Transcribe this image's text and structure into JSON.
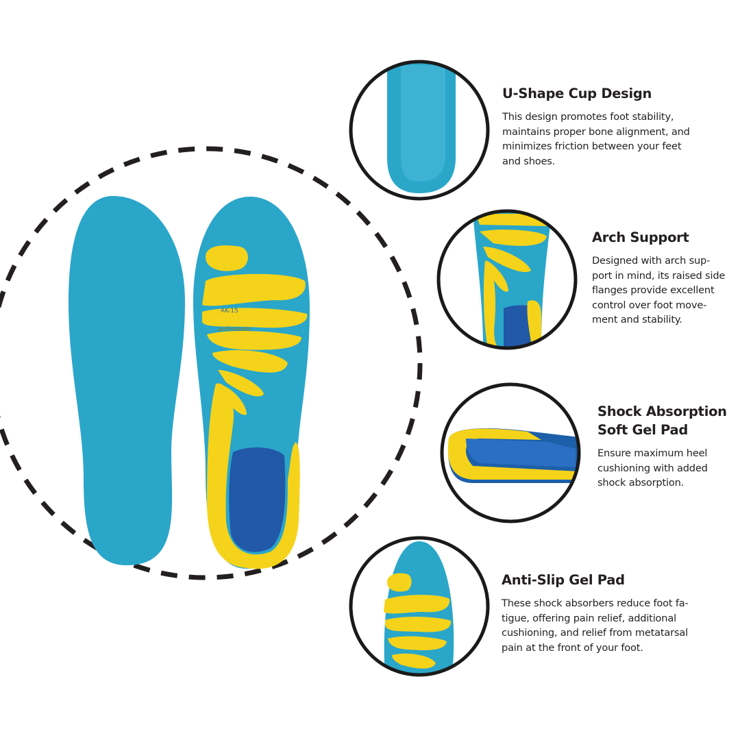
{
  "colors": {
    "insole_blue": "#2aa6c9",
    "gel_yellow": "#f5d31a",
    "heel_blue": "#1d5fa8",
    "circle_outline": "#1a1a1a",
    "text": "#231f20"
  },
  "insole_markings": {
    "model": "AK-15",
    "brand": "activeteam"
  },
  "features": [
    {
      "title_lines": [
        "U-Shape Cup Design"
      ],
      "body_lines": [
        "This design promotes foot stability,",
        "maintains proper bone alignment, and",
        "minimizes friction between your feet",
        "and shoes."
      ]
    },
    {
      "title_lines": [
        "Arch Support"
      ],
      "body_lines": [
        "Designed with arch sup-",
        "port in mind, its raised side",
        "flanges provide excellent",
        "control over foot move-",
        "ment and stability."
      ]
    },
    {
      "title_lines": [
        "Shock Absorption",
        "Soft Gel Pad"
      ],
      "body_lines": [
        "Ensure maximum heel",
        "cushioning with added",
        "shock absorption."
      ]
    },
    {
      "title_lines": [
        "Anti-Slip Gel Pad"
      ],
      "body_lines": [
        "These shock absorbers reduce foot fa-",
        "tigue, offering pain relief, additional",
        "cushioning, and relief from metatarsal",
        "pain at the front of your foot."
      ]
    }
  ]
}
